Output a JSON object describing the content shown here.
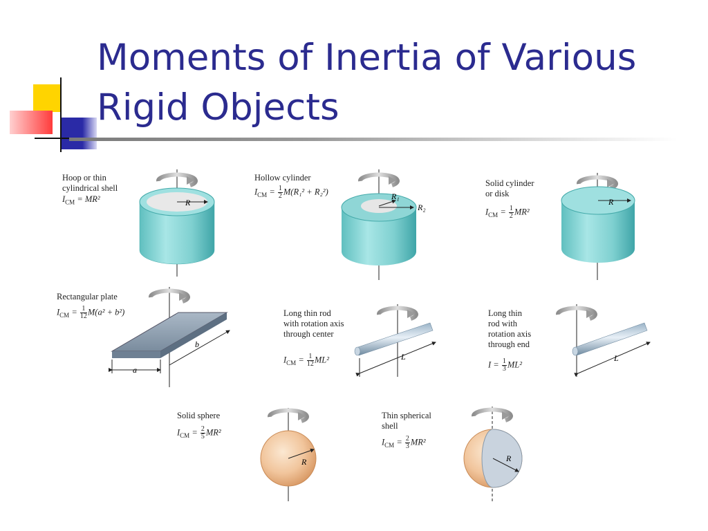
{
  "slide": {
    "title_line1": "Moments of Inertia of Various",
    "title_line2": "Rigid Objects",
    "accent_colors": {
      "title": "#2b2b8f",
      "yellow": "#ffd400",
      "red": "#ff3b3b",
      "blue": "#2a2aa6"
    }
  },
  "objects": {
    "hoop": {
      "name_lines": [
        "Hoop or thin",
        "cylindrical shell"
      ],
      "formula": {
        "lhs": "I",
        "sub": "CM",
        "rhs": "= MR²"
      },
      "dim_labels": {
        "r": "R"
      }
    },
    "hollow_cylinder": {
      "name_lines": [
        "Hollow cylinder"
      ],
      "formula": {
        "lhs": "I",
        "sub": "CM",
        "num": "1",
        "den": "2",
        "rhs": "M(R₁² + R₂²)"
      },
      "dim_labels": {
        "r1": "R₁",
        "r2": "R₂"
      }
    },
    "solid_cylinder": {
      "name_lines": [
        "Solid cylinder",
        "or disk"
      ],
      "formula": {
        "lhs": "I",
        "sub": "CM",
        "num": "1",
        "den": "2",
        "rhs": "MR²"
      },
      "dim_labels": {
        "r": "R"
      }
    },
    "rect_plate": {
      "name_lines": [
        "Rectangular plate"
      ],
      "formula": {
        "lhs": "I",
        "sub": "CM",
        "num": "1",
        "den": "12",
        "rhs": "M(a² + b²)"
      },
      "dim_labels": {
        "a": "a",
        "b": "b"
      }
    },
    "rod_center": {
      "name_lines": [
        "Long thin rod",
        "with rotation axis",
        "through center"
      ],
      "formula": {
        "lhs": "I",
        "sub": "CM",
        "num": "1",
        "den": "12",
        "rhs": "ML²"
      },
      "dim_labels": {
        "l": "L"
      }
    },
    "rod_end": {
      "name_lines": [
        "Long thin",
        "rod with",
        "rotation axis",
        "through end"
      ],
      "formula": {
        "lhs": "I",
        "sub": "",
        "num": "1",
        "den": "3",
        "rhs": "ML²"
      },
      "dim_labels": {
        "l": "L"
      }
    },
    "solid_sphere": {
      "name_lines": [
        "Solid sphere"
      ],
      "formula": {
        "lhs": "I",
        "sub": "CM",
        "num": "2",
        "den": "5",
        "rhs": "MR²"
      },
      "dim_labels": {
        "r": "R"
      }
    },
    "spherical_shell": {
      "name_lines": [
        "Thin spherical",
        "shell"
      ],
      "formula": {
        "lhs": "I",
        "sub": "CM",
        "num": "2",
        "den": "3",
        "rhs": "MR²"
      },
      "dim_labels": {
        "r": "R"
      }
    }
  }
}
